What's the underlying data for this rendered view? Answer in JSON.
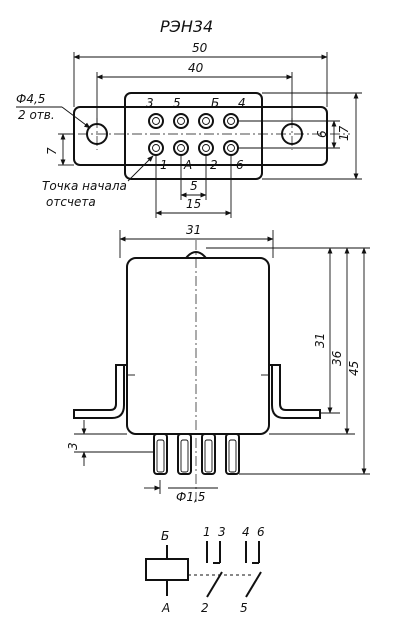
{
  "title": "РЭН34",
  "top_view": {
    "dims": {
      "overall_width": "50",
      "hole_spacing": "40",
      "pin_pitch_x": "5",
      "pin_span_x": "15",
      "pin_pitch_y": "6",
      "height": "17",
      "offset": "7"
    },
    "hole_note": {
      "diameter": "Ф4,5",
      "count": "2 отв."
    },
    "origin_note": [
      "Точка начала",
      "отсчета"
    ],
    "pins_top": [
      "3",
      "5",
      "Б",
      "4"
    ],
    "pins_bottom": [
      "1",
      "А",
      "2",
      "6"
    ]
  },
  "side_view": {
    "dims": {
      "width": "31",
      "body_height": "31",
      "height_36": "36",
      "height_45": "45",
      "pin_length": "3",
      "pin_diameter": "Ф1,5"
    }
  },
  "schematic": {
    "coil_top": "Б",
    "coil_bottom": "А",
    "contact_top": [
      "1",
      "3",
      "4",
      "6"
    ],
    "contact_bottom": [
      "2",
      "5"
    ]
  }
}
